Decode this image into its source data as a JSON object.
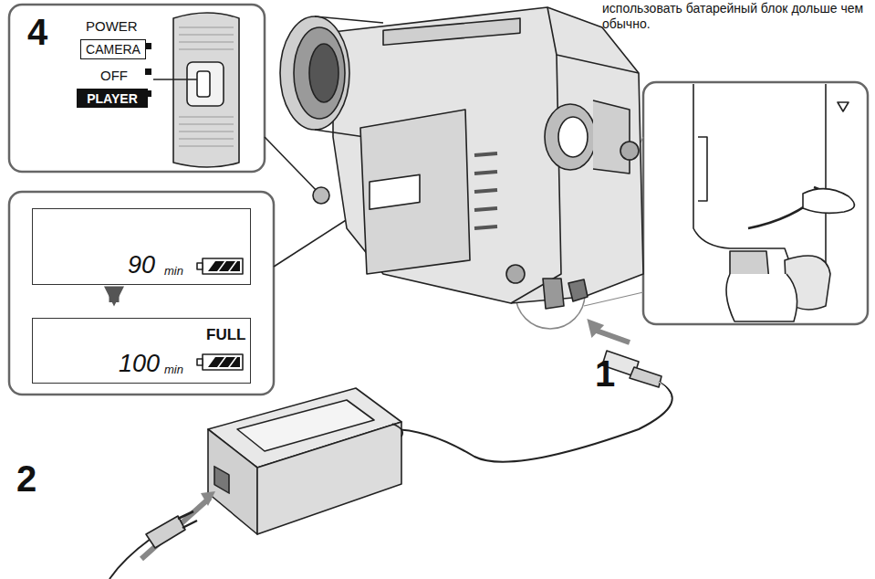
{
  "diagram": {
    "nodes": [
      {
        "text": [
          "4",
          "POWER",
          "OFF"
        ]
      },
      {
        "text": [
          "CAMERA"
        ],
        "in": 0
      },
      {
        "text": [
          "PLAYER"
        ],
        "in": 0
      },
      {
        "text": [
          "90",
          "min"
        ]
      },
      {
        "text": [
          "100",
          "min",
          "FULL"
        ]
      }
    ],
    "edges": [
      {
        "from": 3,
        "to": 4,
        "arrow": "to"
      }
    ],
    "labels": [
      "1",
      "2",
      "использовать батарейный блок дольше чем обычно."
    ]
  }
}
